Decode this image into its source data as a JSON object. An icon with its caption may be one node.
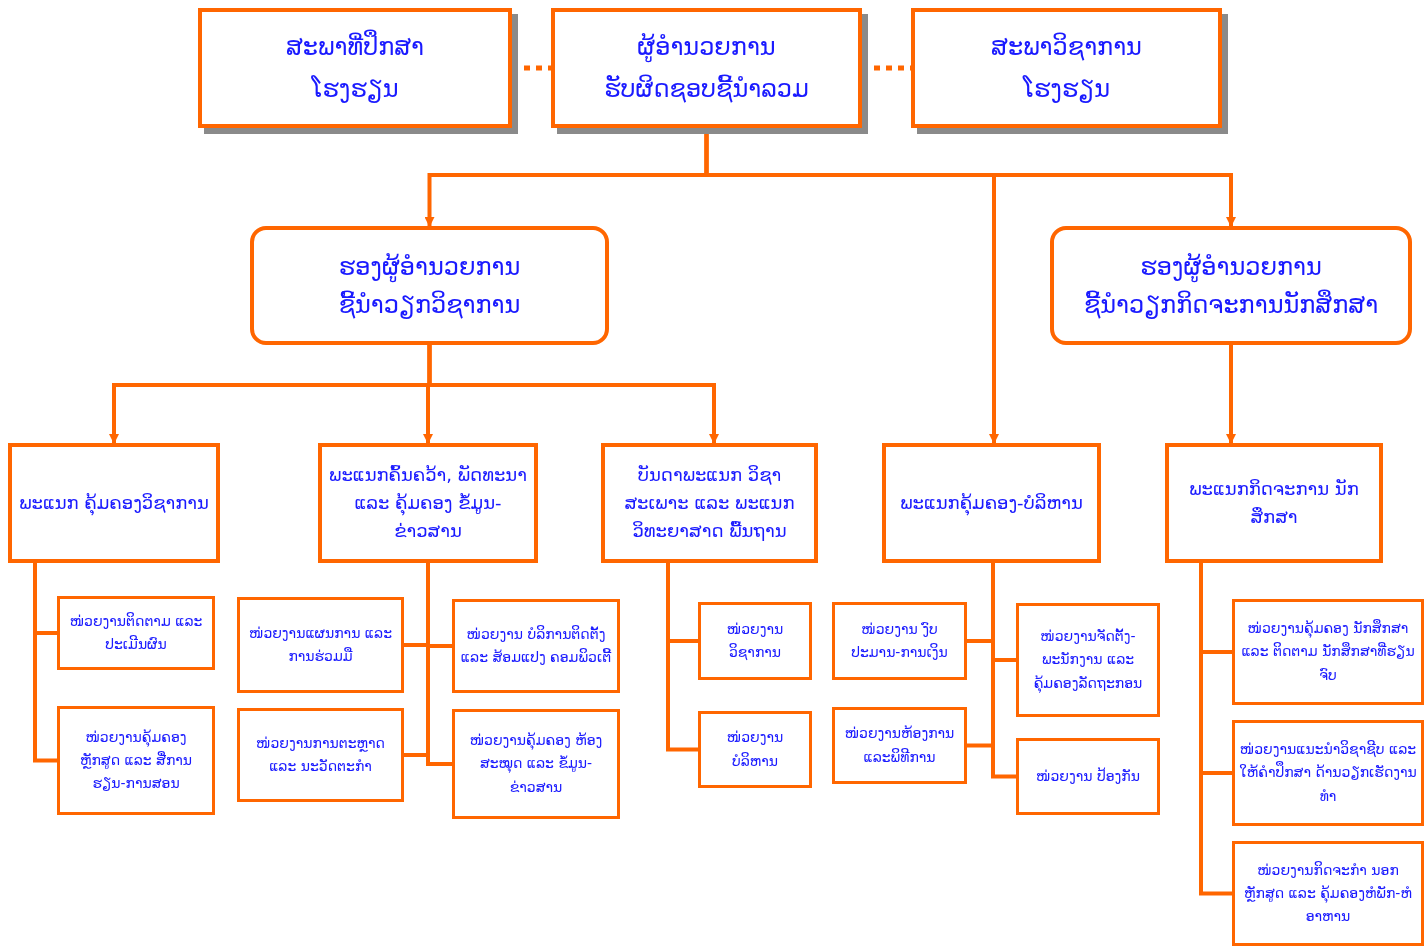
{
  "diagram": {
    "nodes": [
      {
        "text": [
          "ສະພາທີ່ປຶກສາ",
          "ໂຮງຮຽນ"
        ]
      },
      {
        "text": [
          "ຜູ້ອຳນວຍການ",
          "ຮັບຜິດຊອບຊີ້ນຳລວມ"
        ]
      },
      {
        "text": [
          "ສະພາວິຊາການ",
          "ໂຮງຮຽນ"
        ]
      },
      {
        "text": [
          "ຮອງຜູ້ອຳນວຍການ",
          "ຊີ້ນຳວຽກວິຊາການ"
        ]
      },
      {
        "text": [
          "ຮອງຜູ້ອຳນວຍການ",
          "ຊີ້ນຳວຽກກິດຈະການນັກສຶກສາ"
        ]
      },
      {
        "text": [
          "ພະແນກ ຄຸ້ມຄອງວິຊາການ"
        ]
      },
      {
        "text": [
          "ພະແນກຄົ້ນຄວ້າ, ພັດທະນາ ແລະ ຄຸ້ມຄອງ ຂໍ້ມູນ-ຂ່າວສານ"
        ]
      },
      {
        "text": [
          "ບັນດາພະແນກ ວິຊາສະເພາະ ແລະ ພະແນກວິທະຍາສາດ ພື້ນຖານ"
        ]
      },
      {
        "text": [
          "ພະແນກຄຸ້ມຄອງ-ບໍລິຫານ"
        ]
      },
      {
        "text": [
          "ພະແນກກິດຈະການ ນັກສຶກສາ"
        ]
      },
      {
        "text": [
          "ໜ່ວຍງານຕິດຕາມ ແລະ ປະເມີນຜົນ"
        ]
      },
      {
        "text": [
          "ໜ່ວຍງານຄຸ້ມຄອງ ຫຼັກສູດ ແລະ ສື່ການຮຽນ-ການສອນ"
        ]
      },
      {
        "text": [
          "ໜ່ວຍງານແຜນການ ແລະ ການຮ່ວມມື"
        ]
      },
      {
        "text": [
          "ໜ່ວຍງານ ບໍລິການຕິດຕັ້ງ ແລະ ສ້ອມແປງ ຄອມພິວເຕີ້"
        ]
      },
      {
        "text": [
          "ໜ່ວຍງານການຕະຫຼາດ ແລະ ນະວັດຕະກຳ"
        ]
      },
      {
        "text": [
          "ໜ່ວຍງານຄຸ້ມຄອງ ຫ້ອງສະໝຸດ ແລະ ຂໍ້ມູນ-ຂ່າວສານ"
        ]
      },
      {
        "text": [
          "ໜ່ວຍງານ ວິຊາການ"
        ]
      },
      {
        "text": [
          "ໜ່ວຍງານ ບໍລິຫານ"
        ]
      },
      {
        "text": [
          "ໜ່ວຍງານ ງົບປະມານ-ການເງິນ"
        ]
      },
      {
        "text": [
          "ໜ່ວຍງານຫ້ອງການແລະພິທີການ"
        ]
      },
      {
        "text": [
          "ໜ່ວຍງານຈັດຕັ້ງ-ພະນັກງານ ແລະ ຄຸ້ມຄອງລັດຖະກອນ"
        ]
      },
      {
        "text": [
          "ໜ່ວຍງານ ປ້ອງກັນ"
        ]
      },
      {
        "text": [
          "ໜ່ວຍງານຄຸ້ມຄອງ ນັກສຶກສາ ແລະ ຕິດຕາມ ນັກສຶກສາທີ່ຮຽນຈົບ"
        ]
      },
      {
        "text": [
          "ໜ່ວຍງານແນະນຳວິຊາຊີບ ແລະໃຫ້ຄຳປຶກສາ ດ້ານວຽກເຮັດງານທຳ"
        ]
      },
      {
        "text": [
          "ໜ່ວຍງານກິດຈະກຳ ນອກຫຼັກສູດ ແລະ ຄຸ້ມຄອງຫໍພັກ-ຫໍອາຫານ"
        ]
      }
    ],
    "edges": [
      {
        "from": 0,
        "to": 1,
        "arrow": "none",
        "style": "dashed"
      },
      {
        "from": 1,
        "to": 2,
        "arrow": "none",
        "style": "dashed"
      },
      {
        "from": 1,
        "to": 3,
        "arrow": "to"
      },
      {
        "from": 1,
        "to": 4,
        "arrow": "to"
      },
      {
        "from": 1,
        "to": 8,
        "arrow": "to"
      },
      {
        "from": 3,
        "to": 5,
        "arrow": "to"
      },
      {
        "from": 3,
        "to": 6,
        "arrow": "to"
      },
      {
        "from": 3,
        "to": 7,
        "arrow": "to"
      },
      {
        "from": 4,
        "to": 9,
        "arrow": "to"
      },
      {
        "from": 5,
        "to": 10,
        "arrow": "none"
      },
      {
        "from": 5,
        "to": 11,
        "arrow": "none"
      },
      {
        "from": 6,
        "to": 12,
        "arrow": "none"
      },
      {
        "from": 6,
        "to": 13,
        "arrow": "none"
      },
      {
        "from": 6,
        "to": 14,
        "arrow": "none"
      },
      {
        "from": 6,
        "to": 15,
        "arrow": "none"
      },
      {
        "from": 7,
        "to": 16,
        "arrow": "none"
      },
      {
        "from": 7,
        "to": 17,
        "arrow": "none"
      },
      {
        "from": 8,
        "to": 18,
        "arrow": "none"
      },
      {
        "from": 8,
        "to": 19,
        "arrow": "none"
      },
      {
        "from": 8,
        "to": 20,
        "arrow": "none"
      },
      {
        "from": 8,
        "to": 21,
        "arrow": "none"
      },
      {
        "from": 9,
        "to": 22,
        "arrow": "none"
      },
      {
        "from": 9,
        "to": 23,
        "arrow": "none"
      },
      {
        "from": 9,
        "to": 24,
        "arrow": "none"
      }
    ]
  }
}
